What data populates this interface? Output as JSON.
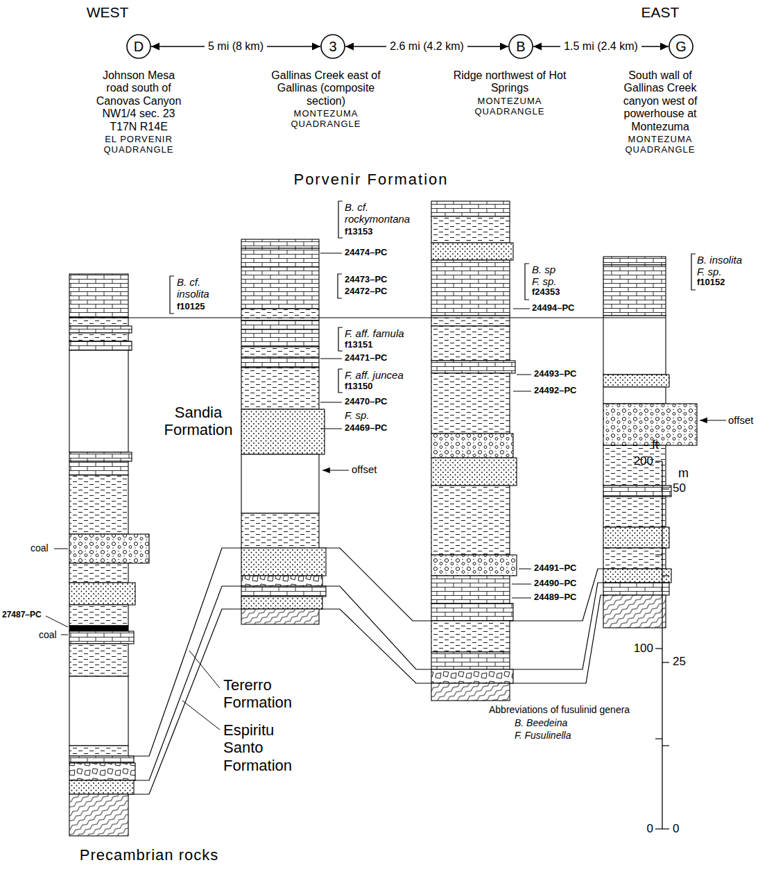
{
  "diagram": {
    "nodes": [
      {
        "text": [
          "D"
        ]
      },
      {
        "text": [
          "3"
        ]
      },
      {
        "text": [
          "B"
        ]
      },
      {
        "text": [
          "G"
        ]
      }
    ],
    "edges": [
      {
        "from": 0,
        "to": 1,
        "arrow": "both",
        "label": "5 mi (8 km)"
      },
      {
        "from": 1,
        "to": 2,
        "arrow": "both",
        "label": "2.6 mi (4.2 km)"
      },
      {
        "from": 2,
        "to": 3,
        "arrow": "both",
        "label": "1.5 mi (2.4 km)"
      }
    ],
    "labels": [
      "WEST",
      "EAST",
      "Johnson Mesa road south of Canovas Canyon NW1/4 sec. 23 T17N R14E",
      "EL PORVENIR QUADRANGLE",
      "Gallinas Creek east of Gallinas (composite section)",
      "MONTEZUMA QUADRANGLE",
      "Ridge northwest of Hot Springs",
      "MONTEZUMA QUADRANGLE",
      "South wall of Gallinas Creek canyon west of powerhouse at Montezuma",
      "MONTEZUMA QUADRANGLE",
      "Porvenir Formation",
      "B. cf. rockymontana",
      "f13153",
      "24474–PC",
      "24473–PC",
      "24472–PC",
      "B. cf. insolita",
      "f10125",
      "F. aff. famula",
      "f13151",
      "24471–PC",
      "F. aff. juncea",
      "f13150",
      "24470–PC",
      "F. sp.",
      "24469–PC",
      "B. sp",
      "F. sp.",
      "f24353",
      "24494–PC",
      "B. insolita",
      "F. sp.",
      "f10152",
      "24493–PC",
      "24492–PC",
      "Sandia Formation",
      "offset",
      "offset",
      "coal",
      "27487–PC",
      "coal",
      "24491–PC",
      "24490–PC",
      "24489–PC",
      "Tererro Formation",
      "Espiritu Santo Formation",
      "ft",
      "200",
      "m",
      "50",
      "100",
      "25",
      "Abbreviations of fusulinid genera",
      "B. Beedeina",
      "F. Fusulinella",
      "0",
      "0",
      "Precambrian rocks"
    ]
  }
}
